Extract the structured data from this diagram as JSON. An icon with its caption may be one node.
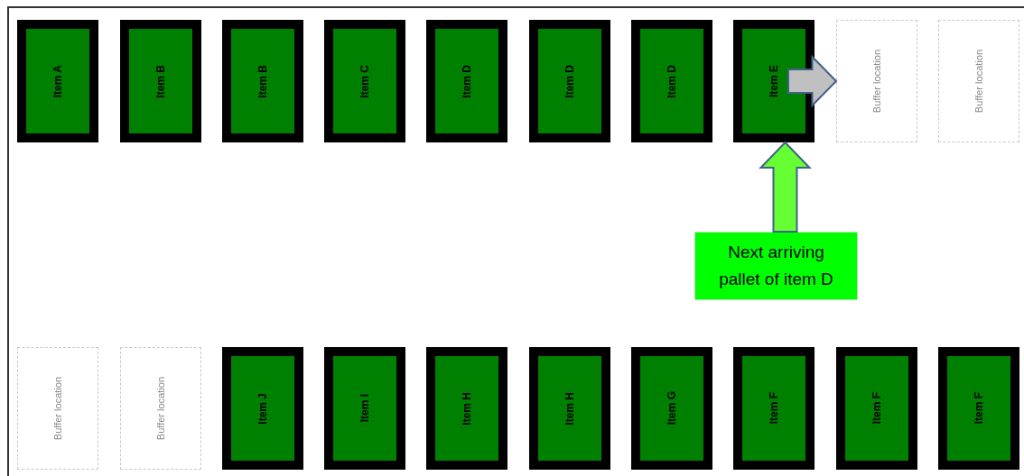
{
  "diagram": {
    "nodes": [
      {
        "text": [
          "Item A"
        ]
      },
      {
        "text": [
          "Item B"
        ]
      },
      {
        "text": [
          "Item B"
        ]
      },
      {
        "text": [
          "Item C"
        ]
      },
      {
        "text": [
          "Item D"
        ]
      },
      {
        "text": [
          "Item D"
        ]
      },
      {
        "text": [
          "Item D"
        ]
      },
      {
        "text": [
          "Item E"
        ]
      },
      {
        "text": [
          "Buffer location"
        ]
      },
      {
        "text": [
          "Buffer location"
        ]
      },
      {
        "text": [
          "Next arriving pallet of item D"
        ]
      },
      {
        "text": [
          "Buffer location"
        ]
      },
      {
        "text": [
          "Buffer location"
        ]
      },
      {
        "text": [
          "Item J"
        ]
      },
      {
        "text": [
          "Item I"
        ]
      },
      {
        "text": [
          "Item H"
        ]
      },
      {
        "text": [
          "Item H"
        ]
      },
      {
        "text": [
          "Item G"
        ]
      },
      {
        "text": [
          "Item F"
        ]
      },
      {
        "text": [
          "Item F"
        ]
      },
      {
        "text": [
          "Item F"
        ]
      }
    ],
    "edges": [
      {
        "from": 10,
        "to": 7,
        "arrow": "to",
        "style": "thick",
        "color": "#66ff33"
      },
      {
        "from": 7,
        "to": 8,
        "arrow": "to",
        "style": "thick",
        "color": "#c0c0c0"
      }
    ]
  }
}
